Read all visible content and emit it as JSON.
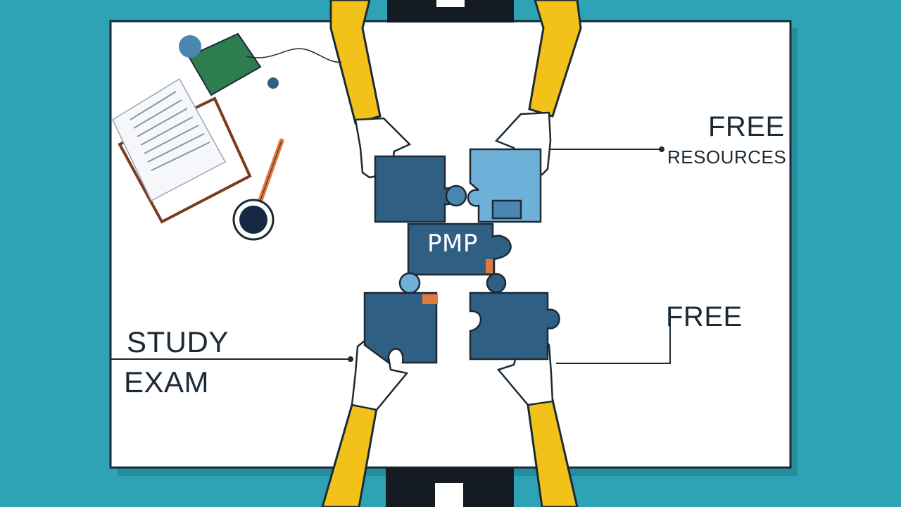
{
  "labels": {
    "free_top": "FREE",
    "resources": "RESOURCES",
    "free_bottom": "FREE",
    "study": "STUDY",
    "exam": "EXAM",
    "center": "PMP"
  },
  "colors": {
    "background": "#2ea3b5",
    "board": "#ffffff",
    "sleeve": "#f2c21a",
    "puzzle_dark": "#2f5f82",
    "puzzle_light": "#6fb0d8",
    "accent_orange": "#e07a3a",
    "book_green": "#2e7d4f",
    "text": "#1c2a36"
  },
  "icons": [
    "puzzle-icon",
    "notebook-icon",
    "pencil-icon",
    "coffee-cup-icon",
    "hand-icon",
    "mouse-icon"
  ]
}
